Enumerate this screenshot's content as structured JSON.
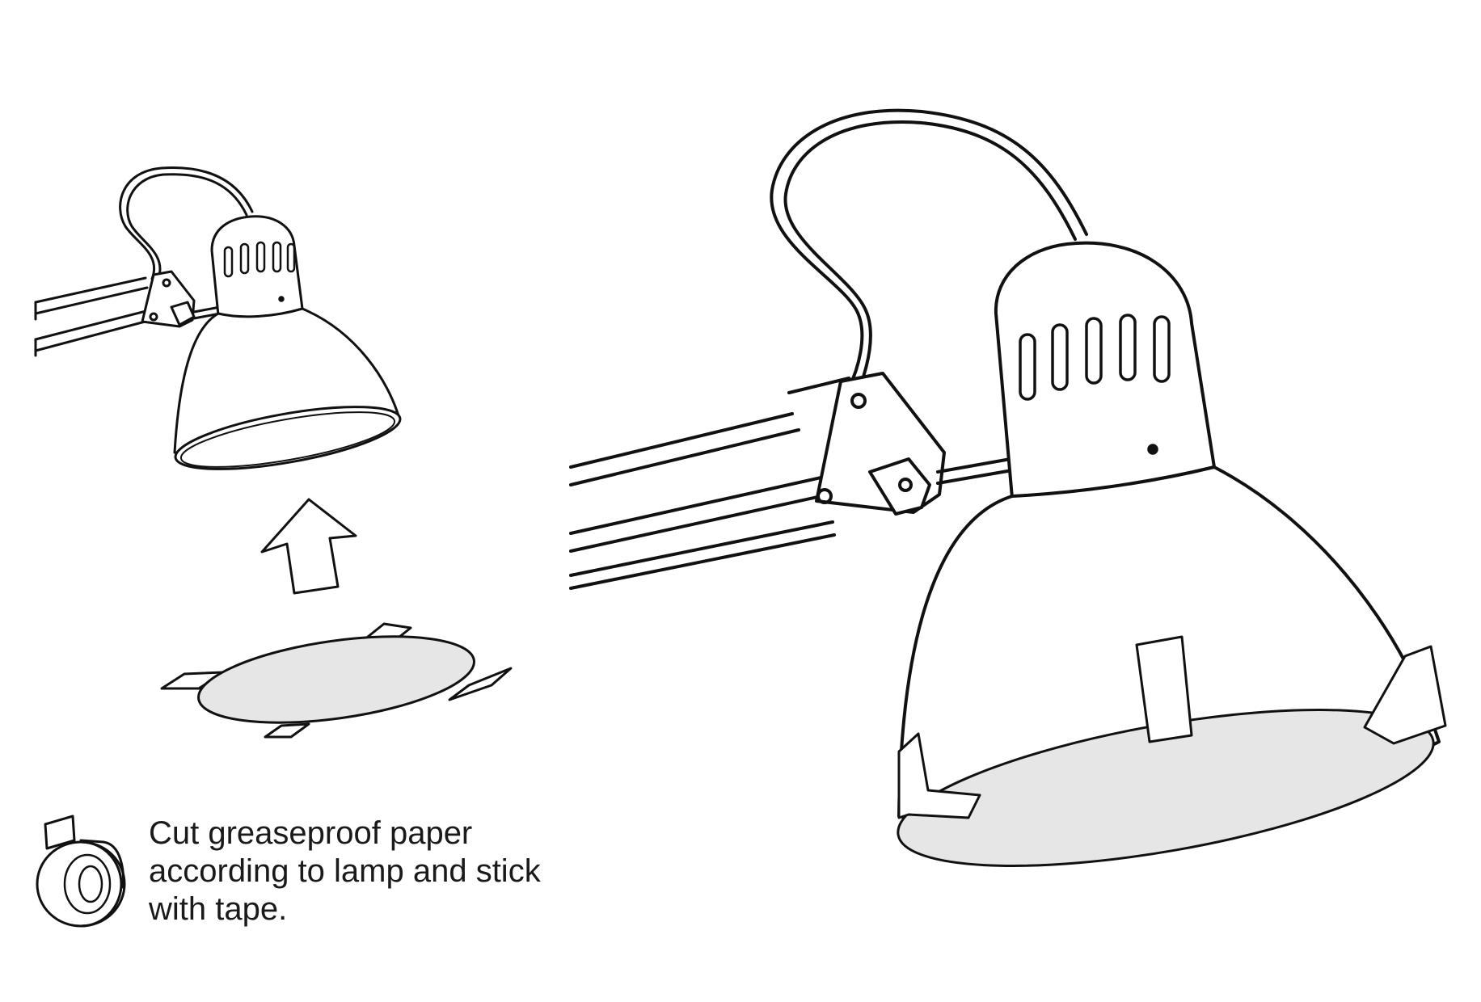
{
  "instruction": {
    "lines": [
      "Cut greaseproof paper",
      "according to lamp and stick",
      "with tape."
    ]
  },
  "colors": {
    "ink": "#111111",
    "paper_fill": "#e6e6e6",
    "background": "#ffffff"
  },
  "icons": {
    "tape": "tape-roll-icon",
    "arrow": "up-arrow-icon"
  }
}
